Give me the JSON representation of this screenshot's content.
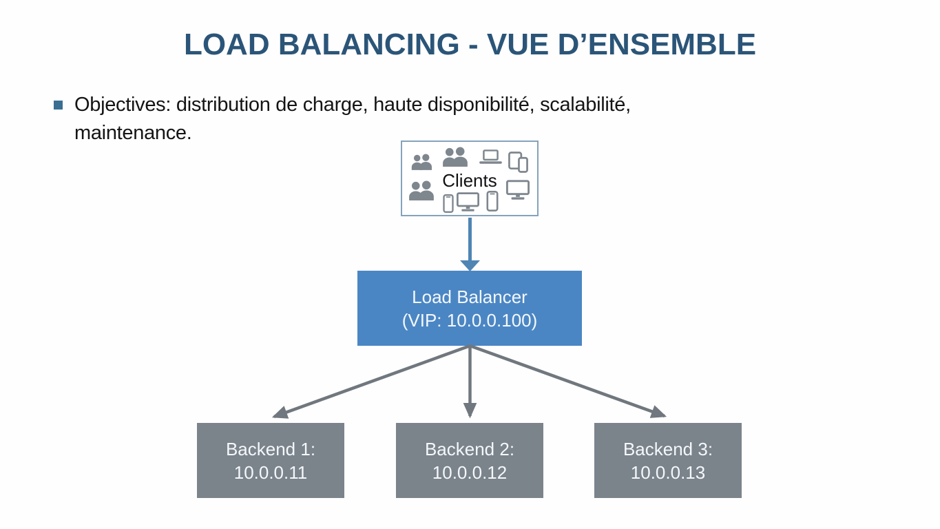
{
  "slide": {
    "title": "LOAD BALANCING - VUE D’ENSEMBLE",
    "bullet": {
      "line1": "Objectives: distribution de charge, haute disponibilité, scalabilité,",
      "line2": "maintenance."
    }
  },
  "diagram": {
    "clients_box": {
      "label": "Clients",
      "icons": [
        "people-group-icon",
        "people-group-icon",
        "laptop-icon",
        "tablet-phone-icon",
        "people-group-icon",
        "smartphone-icon",
        "monitor-icon",
        "smartphone-icon",
        "monitor-icon"
      ]
    },
    "load_balancer": {
      "line1": "Load Balancer",
      "line2": "(VIP: 10.0.0.100)"
    },
    "backends": [
      {
        "line1": "Backend 1:",
        "line2": "10.0.0.11"
      },
      {
        "line1": "Backend 2:",
        "line2": "10.0.0.12"
      },
      {
        "line1": "Backend 3:",
        "line2": "10.0.0.13"
      }
    ]
  },
  "colors": {
    "title_text": "#2b5578",
    "bullet_marker": "#3a6e93",
    "body_text": "#141414",
    "clients_border": "#84a3ba",
    "icon_gray": "#7e868e",
    "load_balancer_fill": "#4b86c4",
    "backend_fill": "#7b838b",
    "box_text": "#f4f8fb",
    "blue_arrow": "#4e85b4",
    "gray_arrow": "#70777e"
  }
}
